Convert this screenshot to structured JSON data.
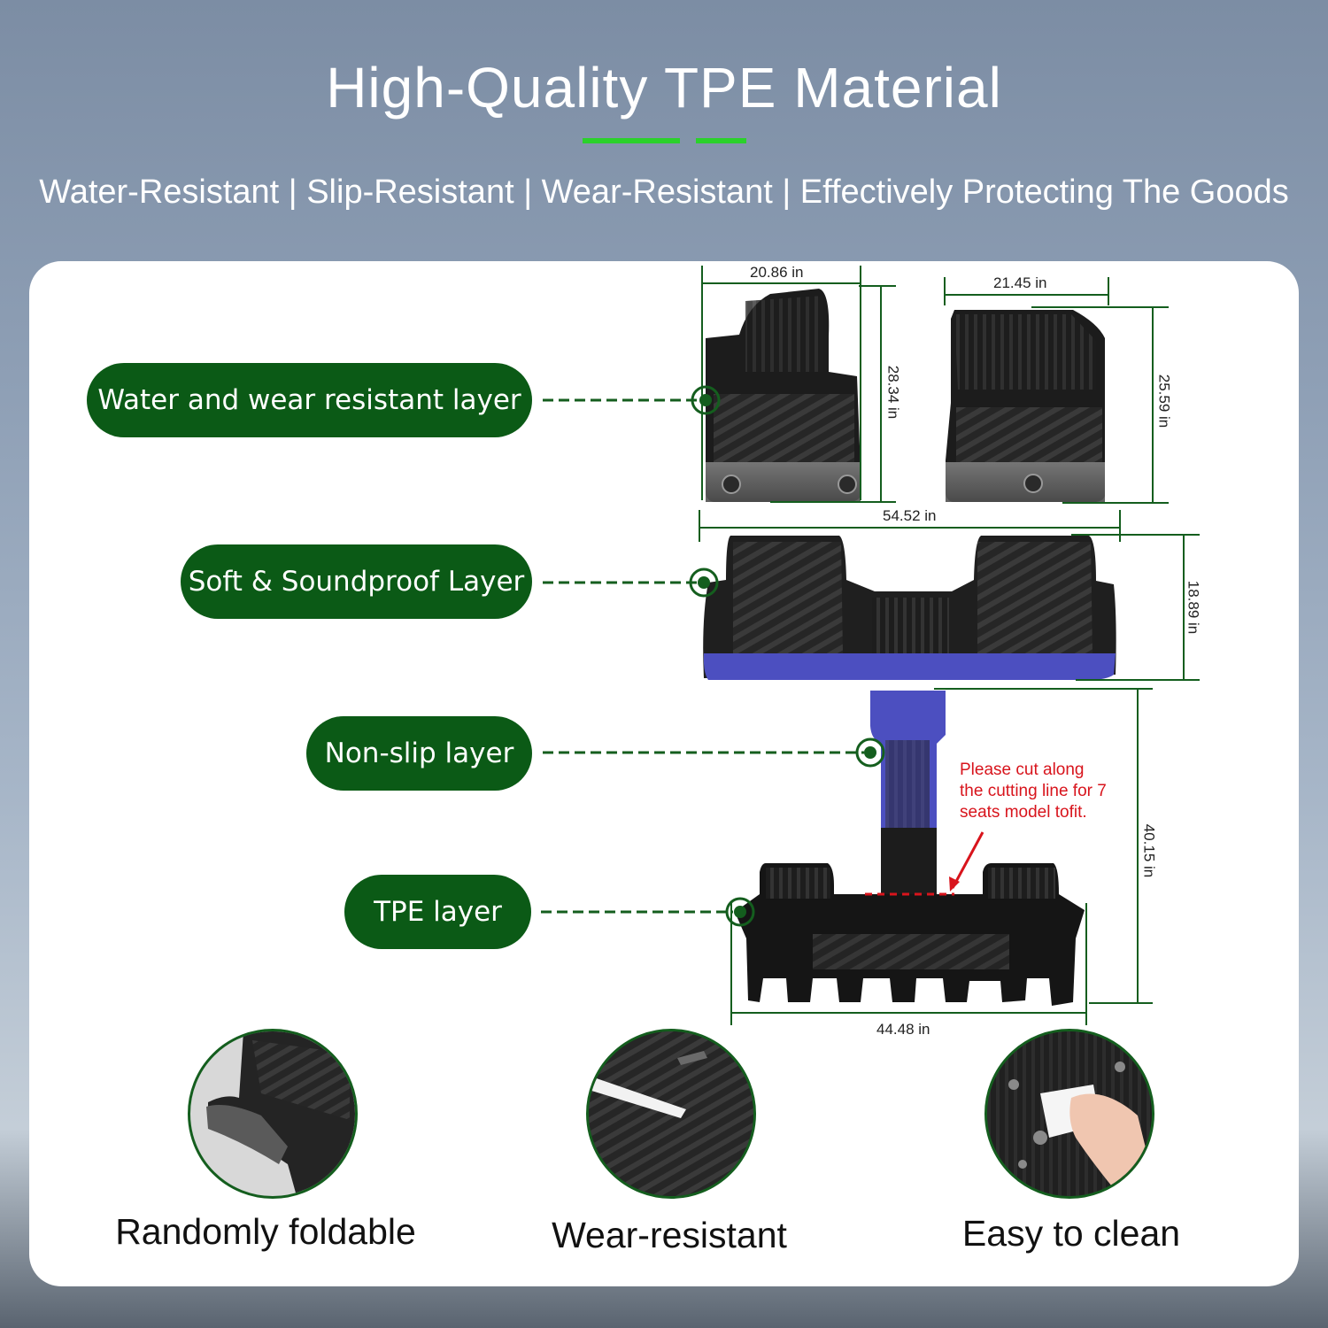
{
  "header": {
    "title": "High-Quality TPE Material",
    "subtitle": "Water-Resistant | Slip-Resistant | Wear-Resistant | Effectively Protecting The Goods"
  },
  "layers": [
    {
      "label": "Water and wear resistant layer"
    },
    {
      "label": "Soft & Soundproof Layer"
    },
    {
      "label": "Non-slip layer"
    },
    {
      "label": "TPE layer"
    }
  ],
  "dimensions": {
    "front_left_width": "20.86 in",
    "front_left_height": "28.34 in",
    "front_right_width": "21.45 in",
    "front_right_height": "25.59 in",
    "second_row_width": "54.52 in",
    "second_row_height": "18.89 in",
    "third_row_height": "40.15 in",
    "third_row_width": "44.48 in"
  },
  "cut_note": "Please cut along the cutting line for 7 seats model tofit.",
  "features": [
    {
      "label": "Randomly foldable"
    },
    {
      "label": "Wear-resistant"
    },
    {
      "label": "Easy to clean"
    }
  ],
  "colors": {
    "pill_green": "#0b5a16",
    "accent_green": "#2bd12b",
    "leader_green": "#145e1e",
    "note_red": "#d8141c",
    "cut_line_red": "#d8141c",
    "blue_band": "#4c4fc0",
    "mat_black": "#1a1a1a",
    "card_white": "#ffffff"
  }
}
